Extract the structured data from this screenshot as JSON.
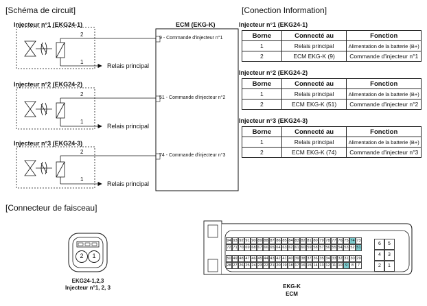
{
  "sections": {
    "schema": "[Schéma de circuit]",
    "info": "[Conection Information]",
    "connector": "[Connecteur de faisceau]"
  },
  "ecm_label": "ECM (EKG-K)",
  "injectors": [
    {
      "title": "Injecteur n°1 (EKG24-1)",
      "pin_top": "2",
      "pin_bottom": "1",
      "relay": "Relais principal",
      "ecm_pin": "9",
      "ecm_text": "- Commande d'injecteur n°1"
    },
    {
      "title": "Injecteur n°2 (EKG24-2)",
      "pin_top": "2",
      "pin_bottom": "1",
      "relay": "Relais principal",
      "ecm_pin": "51",
      "ecm_text": "- Commande d'injecteur n°2"
    },
    {
      "title": "Injecteur n°3 (EKG24-3)",
      "pin_top": "2",
      "pin_bottom": "1",
      "relay": "Relais principal",
      "ecm_pin": "74",
      "ecm_text": "- Commande d'injecteur n°3"
    }
  ],
  "tables": [
    {
      "title": "Injecteur n°1 (EKG24-1)",
      "headers": [
        "Borne",
        "Connecté au",
        "Fonction"
      ],
      "rows": [
        [
          "1",
          "Relais principal",
          "Alimentation de la batterie (B+)"
        ],
        [
          "2",
          "ECM EKG-K (9)",
          "Commande d'injecteur n°1"
        ]
      ]
    },
    {
      "title": "Injecteur n°2 (EKG24-2)",
      "headers": [
        "Borne",
        "Connecté au",
        "Fonction"
      ],
      "rows": [
        [
          "1",
          "Relais principal",
          "Alimentation de la batterie (B+)"
        ],
        [
          "2",
          "ECM EKG-K (51)",
          "Commande d'injecteur n°2"
        ]
      ]
    },
    {
      "title": "Injecteur n°3 (EKG24-3)",
      "headers": [
        "Borne",
        "Connecté au",
        "Fonction"
      ],
      "rows": [
        [
          "1",
          "Relais principal",
          "Alimentation de la batterie (B+)"
        ],
        [
          "2",
          "ECM EKG-K (74)",
          "Commande d'injecteur n°3"
        ]
      ]
    }
  ],
  "small_connector": {
    "pins": [
      "2",
      "1"
    ],
    "label_line1": "EKG24-1,2,3",
    "label_line2": "Injecteur n°1, 2, 3"
  },
  "ecm_connector": {
    "label_line1": "EKG-K",
    "label_line2": "ECM",
    "highlight_color": "#7fcfd2",
    "highlighted_pins": [
      "74",
      "51",
      "9"
    ],
    "rows": [
      [
        "94",
        "93",
        "92",
        "91",
        "90",
        "89",
        "88",
        "87",
        "86",
        "85",
        "84",
        "83",
        "82",
        "81",
        "80",
        "79",
        "78",
        "77",
        "76",
        "75",
        "74",
        "73"
      ],
      [
        "72",
        "71",
        "70",
        "69",
        "68",
        "67",
        "66",
        "65",
        "64",
        "63",
        "62",
        "61",
        "60",
        "59",
        "58",
        "57",
        "56",
        "55",
        "54",
        "53",
        "52",
        "51"
      ],
      [
        "50",
        "49",
        "48",
        "47",
        "46",
        "45",
        "44",
        "43",
        "42",
        "41",
        "40",
        "39",
        "38",
        "37",
        "36",
        "35",
        "34",
        "33",
        "32",
        "31",
        "30",
        "29"
      ],
      [
        "28",
        "27",
        "26",
        "25",
        "24",
        "23",
        "22",
        "21",
        "20",
        "19",
        "18",
        "17",
        "16",
        "15",
        "14",
        "13",
        "12",
        "11",
        "10",
        "9",
        "8",
        "7"
      ]
    ],
    "right_block": [
      [
        "6",
        "5"
      ],
      [
        "4",
        "3"
      ],
      [
        "2",
        "1"
      ]
    ]
  }
}
